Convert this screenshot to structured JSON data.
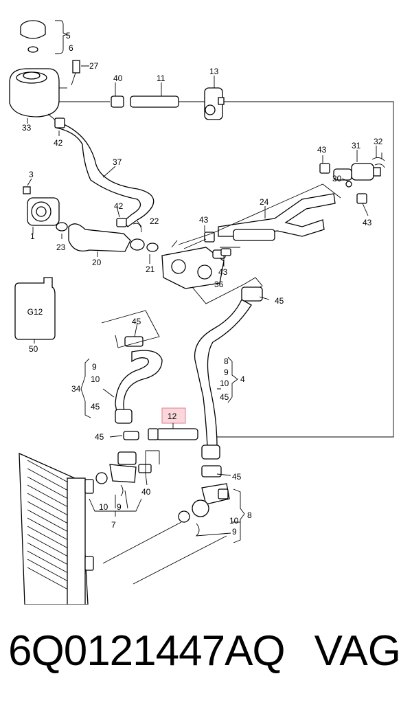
{
  "diagram": {
    "callouts": {
      "c5": "5",
      "c6": "6",
      "c27": "27",
      "c40a": "40",
      "c11": "11",
      "c13": "13",
      "c33": "33",
      "c42a": "42",
      "c37": "37",
      "c3": "3",
      "c1": "1",
      "c23": "23",
      "c20": "20",
      "c42b": "42",
      "c22": "22",
      "c21": "21",
      "c43a": "43",
      "c43b": "43",
      "c36": "36",
      "c24": "24",
      "c43c": "43",
      "c31": "31",
      "c32": "32",
      "c30": "30",
      "c43d": "43",
      "c45a": "45",
      "c45b": "45",
      "c9a": "9",
      "c10a": "10",
      "c34": "34",
      "c45c": "45",
      "c8a": "8",
      "c9b": "9",
      "c10b": "10",
      "c4": "4",
      "c45d": "45",
      "c12": "12",
      "c45e": "45",
      "c40b": "40",
      "c10c": "10",
      "c9c": "9",
      "c7": "7",
      "c45f": "45",
      "c10d": "10",
      "c8b": "8",
      "c9d": "9",
      "c50": "50"
    },
    "canister_label": "G12",
    "highlight_color": "#fbd7dc"
  },
  "footer": {
    "part_number": "6Q0121447AQ",
    "brand": "VAG"
  }
}
